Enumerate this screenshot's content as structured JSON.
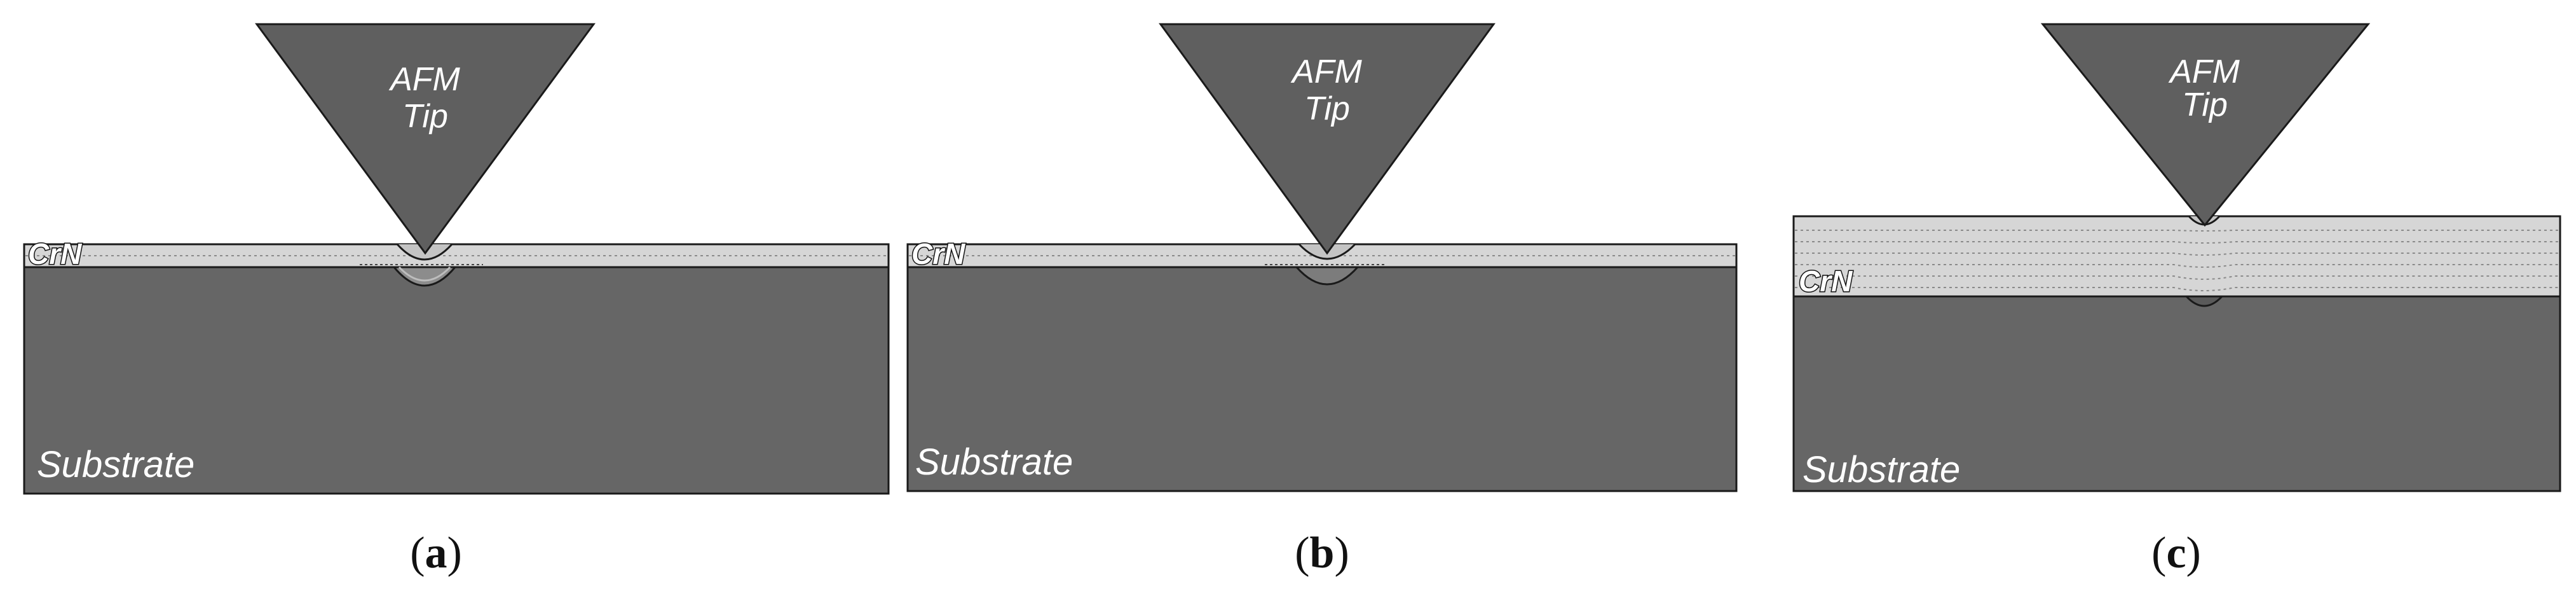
{
  "panels": [
    {
      "id": "a",
      "tip": [
        "AFM",
        "Tip"
      ],
      "film": "CrN",
      "substrate": "Substrate",
      "caption": {
        "open": "(",
        "letter": "a",
        "close": ")"
      }
    },
    {
      "id": "b",
      "tip": [
        "AFM",
        "Tip"
      ],
      "film": "CrN",
      "substrate": "Substrate",
      "caption": {
        "open": "(",
        "letter": "b",
        "close": ")"
      }
    },
    {
      "id": "c",
      "tip": [
        "AFM",
        "Tip"
      ],
      "film": "CrN",
      "substrate": "Substrate",
      "caption": {
        "open": "(",
        "letter": "c",
        "close": ")"
      }
    }
  ],
  "colors": {
    "substrate": "#666666",
    "film": "#d6d6d6",
    "tip": "#5f5f5f",
    "outline": "#1a1a1a"
  }
}
